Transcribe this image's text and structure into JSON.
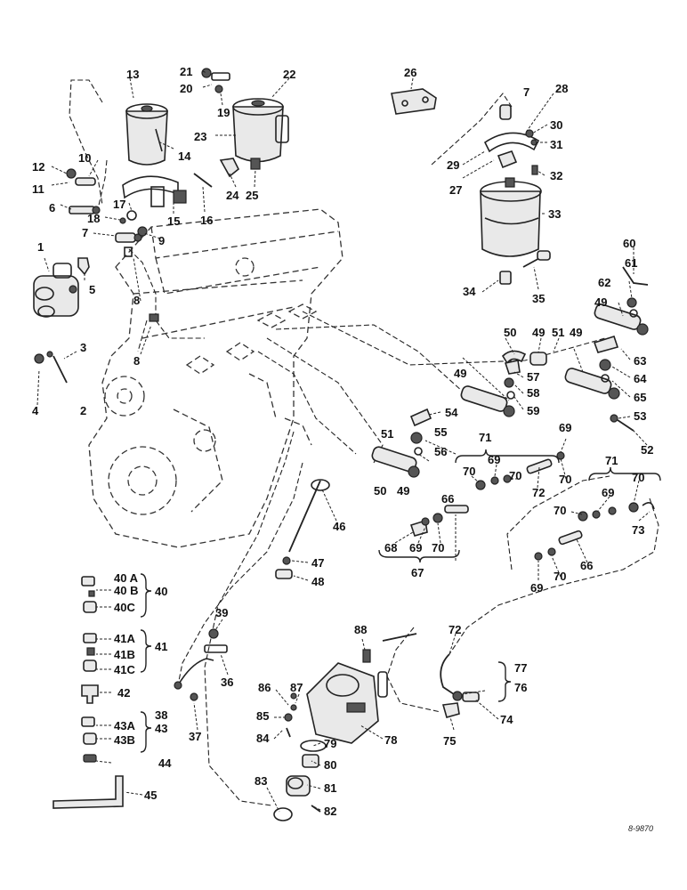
{
  "diagram_code": "8-9870",
  "callouts": [
    {
      "id": "c1",
      "text": "1"
    },
    {
      "id": "c2",
      "text": "2"
    },
    {
      "id": "c3",
      "text": "3"
    },
    {
      "id": "c4",
      "text": "4"
    },
    {
      "id": "c5",
      "text": "5"
    },
    {
      "id": "c6",
      "text": "6"
    },
    {
      "id": "c7a",
      "text": "7"
    },
    {
      "id": "c7b",
      "text": "7"
    },
    {
      "id": "c8a",
      "text": "8"
    },
    {
      "id": "c8b",
      "text": "8"
    },
    {
      "id": "c9",
      "text": "9"
    },
    {
      "id": "c10",
      "text": "10"
    },
    {
      "id": "c11",
      "text": "11"
    },
    {
      "id": "c12",
      "text": "12"
    },
    {
      "id": "c13",
      "text": "13"
    },
    {
      "id": "c14",
      "text": "14"
    },
    {
      "id": "c15",
      "text": "15"
    },
    {
      "id": "c16",
      "text": "16"
    },
    {
      "id": "c17",
      "text": "17"
    },
    {
      "id": "c18",
      "text": "18"
    },
    {
      "id": "c19",
      "text": "19"
    },
    {
      "id": "c20",
      "text": "20"
    },
    {
      "id": "c21",
      "text": "21"
    },
    {
      "id": "c22",
      "text": "22"
    },
    {
      "id": "c23",
      "text": "23"
    },
    {
      "id": "c24",
      "text": "24"
    },
    {
      "id": "c25",
      "text": "25"
    },
    {
      "id": "c26",
      "text": "26"
    },
    {
      "id": "c27",
      "text": "27"
    },
    {
      "id": "c28",
      "text": "28"
    },
    {
      "id": "c29",
      "text": "29"
    },
    {
      "id": "c30",
      "text": "30"
    },
    {
      "id": "c31",
      "text": "31"
    },
    {
      "id": "c32",
      "text": "32"
    },
    {
      "id": "c33",
      "text": "33"
    },
    {
      "id": "c34",
      "text": "34"
    },
    {
      "id": "c35",
      "text": "35"
    },
    {
      "id": "c36",
      "text": "36"
    },
    {
      "id": "c37",
      "text": "37"
    },
    {
      "id": "c38",
      "text": "38"
    },
    {
      "id": "c39",
      "text": "39"
    },
    {
      "id": "c40a",
      "text": "40 A"
    },
    {
      "id": "c40b",
      "text": "40 B"
    },
    {
      "id": "c40c",
      "text": "40C"
    },
    {
      "id": "c40",
      "text": "40"
    },
    {
      "id": "c41a",
      "text": "41A"
    },
    {
      "id": "c41b",
      "text": "41B"
    },
    {
      "id": "c41c",
      "text": "41C"
    },
    {
      "id": "c41",
      "text": "41"
    },
    {
      "id": "c42",
      "text": "42"
    },
    {
      "id": "c43a",
      "text": "43A"
    },
    {
      "id": "c43b",
      "text": "43B"
    },
    {
      "id": "c43",
      "text": "43"
    },
    {
      "id": "c44",
      "text": "44"
    },
    {
      "id": "c45",
      "text": "45"
    },
    {
      "id": "c46",
      "text": "46"
    },
    {
      "id": "c47",
      "text": "47"
    },
    {
      "id": "c48",
      "text": "48"
    },
    {
      "id": "c49a",
      "text": "49"
    },
    {
      "id": "c49b",
      "text": "49"
    },
    {
      "id": "c49c",
      "text": "49"
    },
    {
      "id": "c49d",
      "text": "49"
    },
    {
      "id": "c49e",
      "text": "49"
    },
    {
      "id": "c50a",
      "text": "50"
    },
    {
      "id": "c50b",
      "text": "50"
    },
    {
      "id": "c51a",
      "text": "51"
    },
    {
      "id": "c51b",
      "text": "51"
    },
    {
      "id": "c52",
      "text": "52"
    },
    {
      "id": "c53",
      "text": "53"
    },
    {
      "id": "c54",
      "text": "54"
    },
    {
      "id": "c55",
      "text": "55"
    },
    {
      "id": "c56",
      "text": "56"
    },
    {
      "id": "c57",
      "text": "57"
    },
    {
      "id": "c58",
      "text": "58"
    },
    {
      "id": "c59",
      "text": "59"
    },
    {
      "id": "c60",
      "text": "60"
    },
    {
      "id": "c61",
      "text": "61"
    },
    {
      "id": "c62",
      "text": "62"
    },
    {
      "id": "c63",
      "text": "63"
    },
    {
      "id": "c64",
      "text": "64"
    },
    {
      "id": "c65",
      "text": "65"
    },
    {
      "id": "c66a",
      "text": "66"
    },
    {
      "id": "c66b",
      "text": "66"
    },
    {
      "id": "c67",
      "text": "67"
    },
    {
      "id": "c68",
      "text": "68"
    },
    {
      "id": "c69a",
      "text": "69"
    },
    {
      "id": "c69b",
      "text": "69"
    },
    {
      "id": "c69c",
      "text": "69"
    },
    {
      "id": "c69d",
      "text": "69"
    },
    {
      "id": "c69e",
      "text": "69"
    },
    {
      "id": "c70a",
      "text": "70"
    },
    {
      "id": "c70b",
      "text": "70"
    },
    {
      "id": "c70c",
      "text": "70"
    },
    {
      "id": "c70d",
      "text": "70"
    },
    {
      "id": "c70e",
      "text": "70"
    },
    {
      "id": "c70f",
      "text": "70"
    },
    {
      "id": "c70g",
      "text": "70"
    },
    {
      "id": "c71a",
      "text": "71"
    },
    {
      "id": "c71b",
      "text": "71"
    },
    {
      "id": "c72a",
      "text": "72"
    },
    {
      "id": "c72b",
      "text": "72"
    },
    {
      "id": "c73",
      "text": "73"
    },
    {
      "id": "c74",
      "text": "74"
    },
    {
      "id": "c75",
      "text": "75"
    },
    {
      "id": "c76",
      "text": "76"
    },
    {
      "id": "c77",
      "text": "77"
    },
    {
      "id": "c78",
      "text": "78"
    },
    {
      "id": "c79",
      "text": "79"
    },
    {
      "id": "c80",
      "text": "80"
    },
    {
      "id": "c81",
      "text": "81"
    },
    {
      "id": "c82",
      "text": "82"
    },
    {
      "id": "c83",
      "text": "83"
    },
    {
      "id": "c84",
      "text": "84"
    },
    {
      "id": "c85",
      "text": "85"
    },
    {
      "id": "c86",
      "text": "86"
    },
    {
      "id": "c87",
      "text": "87"
    },
    {
      "id": "c88",
      "text": "88"
    }
  ]
}
